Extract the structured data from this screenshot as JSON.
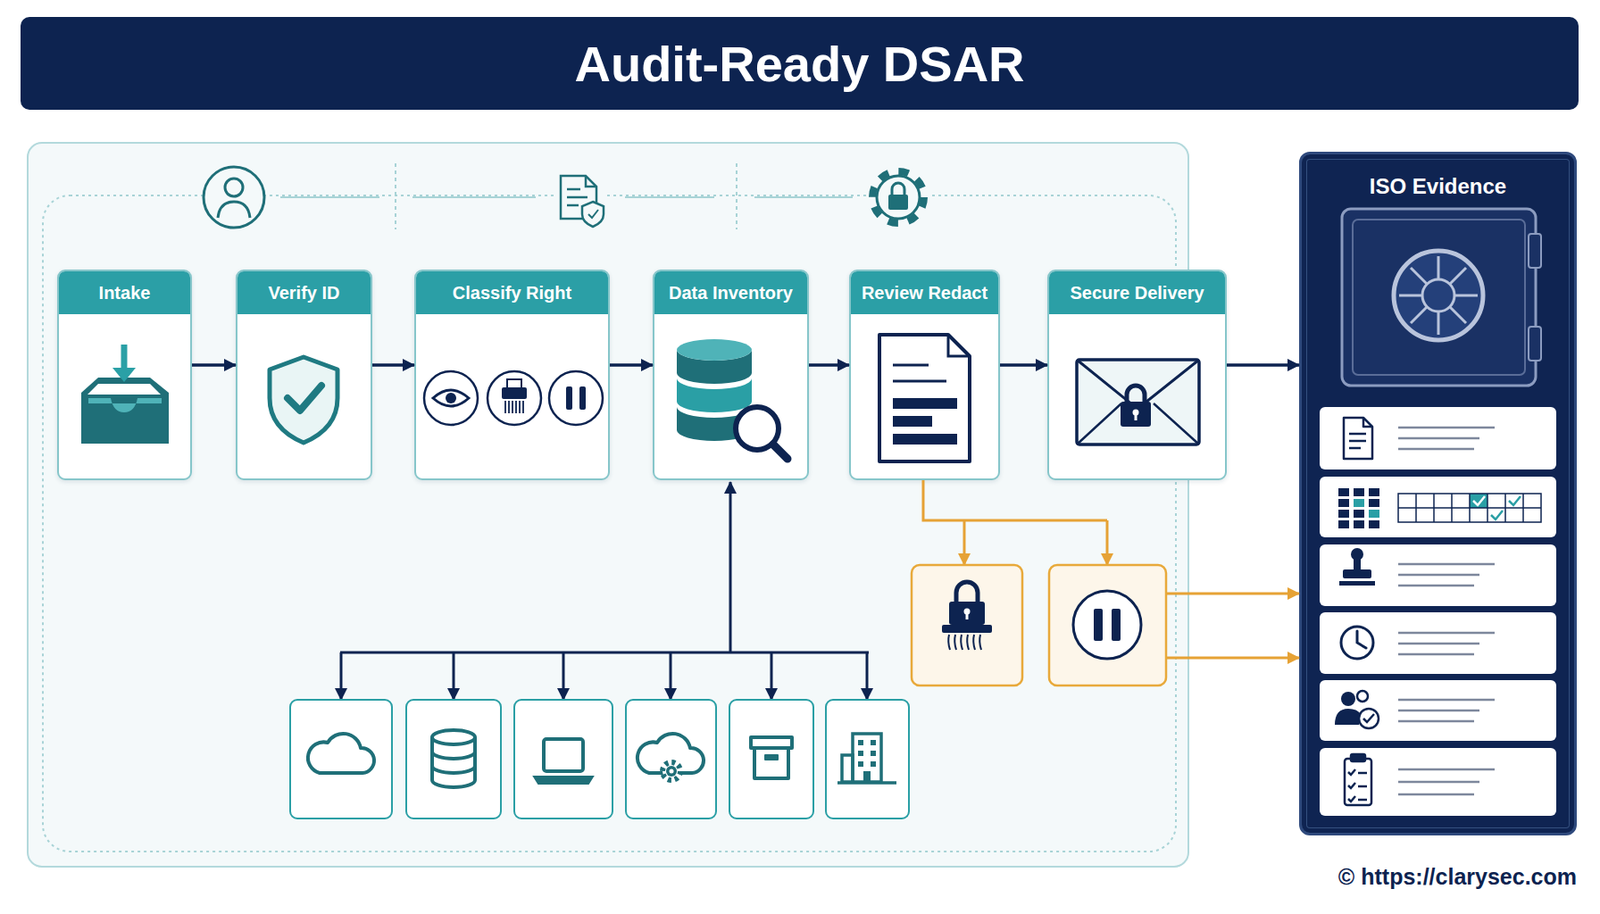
{
  "diagram": {
    "title": "Audit-Ready DSAR",
    "nodes": [
      {
        "text": [
          "Intake"
        ]
      },
      {
        "text": [
          "Verify ID"
        ]
      },
      {
        "text": [
          "Classify Right"
        ]
      },
      {
        "text": [
          "Data Inventory"
        ]
      },
      {
        "text": [
          "Review Redact"
        ]
      },
      {
        "text": [
          "Secure Delivery"
        ]
      },
      {
        "text": [
          "ISO Evidence"
        ]
      }
    ],
    "edges": [
      {
        "from": 0,
        "to": 1,
        "arrow": "to"
      },
      {
        "from": 1,
        "to": 2,
        "arrow": "to"
      },
      {
        "from": 2,
        "to": 3,
        "arrow": "to"
      },
      {
        "from": 3,
        "to": 4,
        "arrow": "to"
      },
      {
        "from": 4,
        "to": 5,
        "arrow": "to"
      },
      {
        "from": 5,
        "to": 6,
        "arrow": "to"
      }
    ],
    "labels": [
      "© https://clarysec.com"
    ]
  }
}
